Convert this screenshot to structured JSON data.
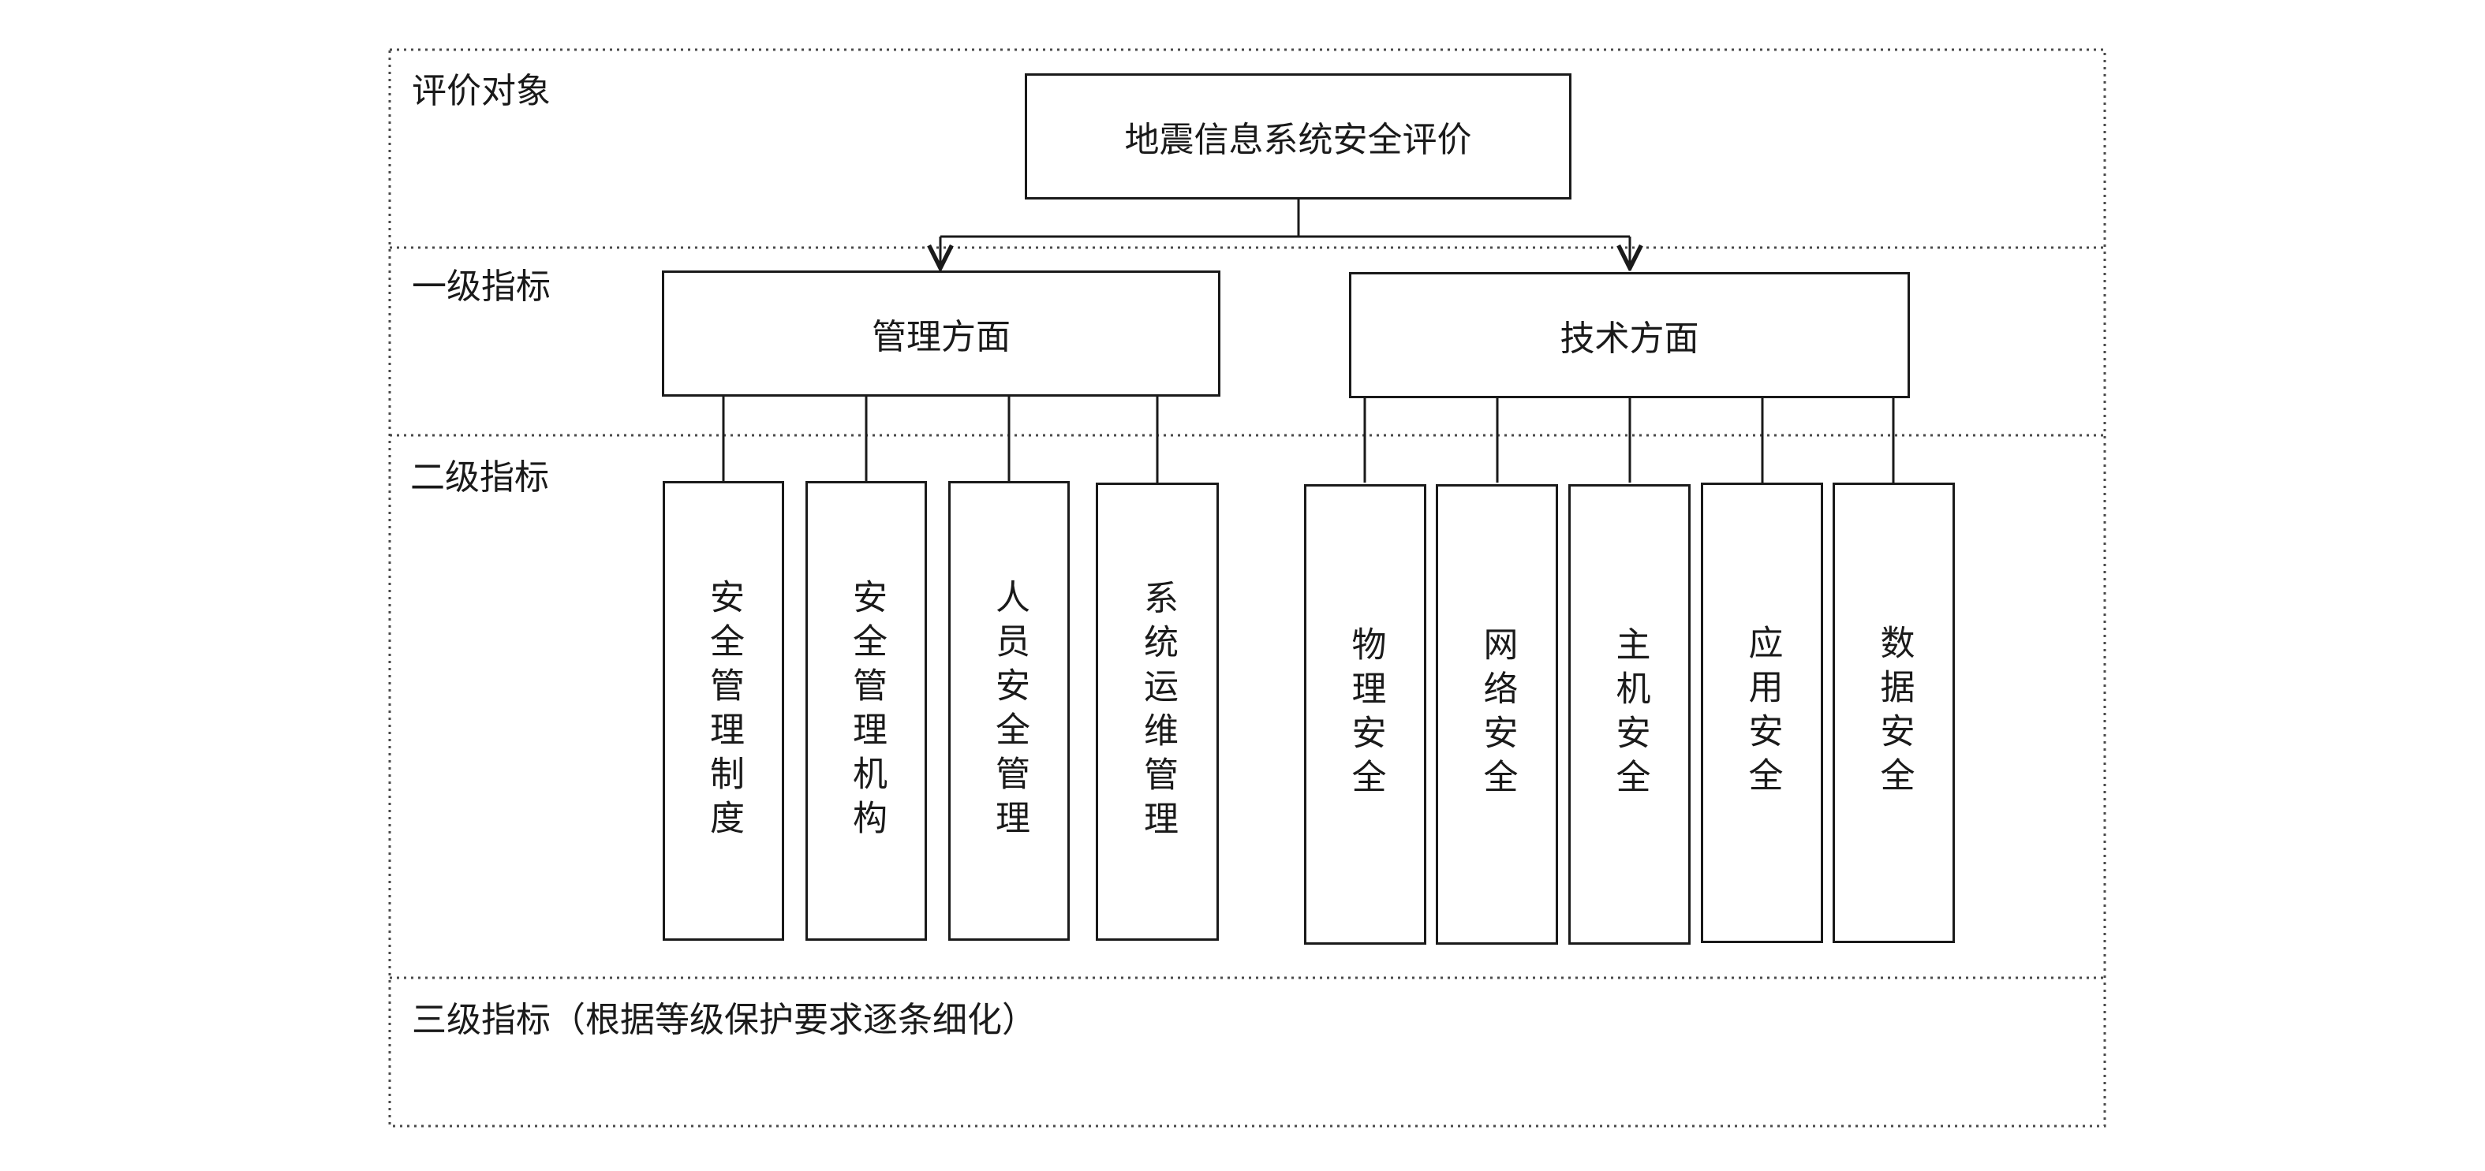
{
  "bands": {
    "object_label": "评价对象",
    "level1_label": "一级指标",
    "level2_label": "二级指标",
    "level3_label": "三级指标（根据等级保护要求逐条细化）"
  },
  "root": {
    "label": "地震信息系统安全评价"
  },
  "level1": [
    {
      "label": "管理方面"
    },
    {
      "label": "技术方面"
    }
  ],
  "level2_management": [
    {
      "label": "安全管理制度"
    },
    {
      "label": "安全管理机构"
    },
    {
      "label": "人员安全管理"
    },
    {
      "label": "系统运维管理"
    }
  ],
  "level2_technical": [
    {
      "label": "物理安全"
    },
    {
      "label": "网络安全"
    },
    {
      "label": "主机安全"
    },
    {
      "label": "应用安全"
    },
    {
      "label": "数据安全"
    }
  ],
  "colors": {
    "stroke": "#1a1a1a",
    "band_border": "#4a4a4a",
    "background": "#ffffff"
  }
}
